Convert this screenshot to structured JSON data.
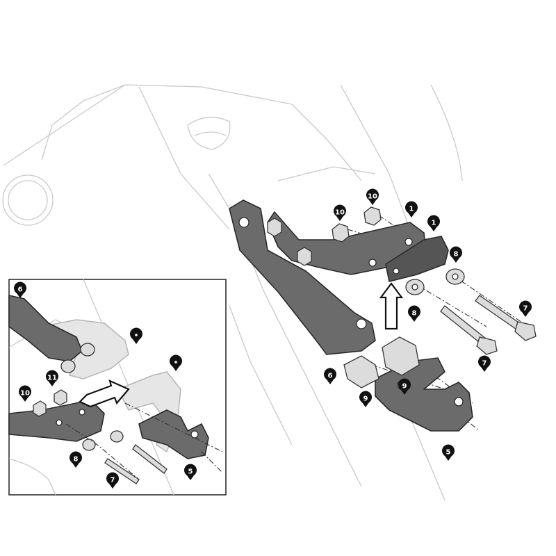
{
  "callouts_main": [
    {
      "id": "c-10a",
      "label": "10"
    },
    {
      "id": "c-10b",
      "label": "10"
    },
    {
      "id": "c-1a",
      "label": "1"
    },
    {
      "id": "c-1b",
      "label": "1"
    },
    {
      "id": "c-8a",
      "label": "8"
    },
    {
      "id": "c-8b",
      "label": "8"
    },
    {
      "id": "c-7a",
      "label": "7"
    },
    {
      "id": "c-7b",
      "label": "7"
    },
    {
      "id": "c-9a",
      "label": "9"
    },
    {
      "id": "c-9b",
      "label": "9"
    },
    {
      "id": "c-6",
      "label": "6"
    },
    {
      "id": "c-5",
      "label": "5"
    }
  ],
  "callouts_inset": [
    {
      "id": "i-6",
      "label": "6"
    },
    {
      "id": "i-blank1",
      "label": ""
    },
    {
      "id": "i-blank2",
      "label": ""
    },
    {
      "id": "i-11",
      "label": "11"
    },
    {
      "id": "i-10",
      "label": "10"
    },
    {
      "id": "i-8",
      "label": "8"
    },
    {
      "id": "i-7",
      "label": "7"
    },
    {
      "id": "i-5",
      "label": "5"
    }
  ]
}
